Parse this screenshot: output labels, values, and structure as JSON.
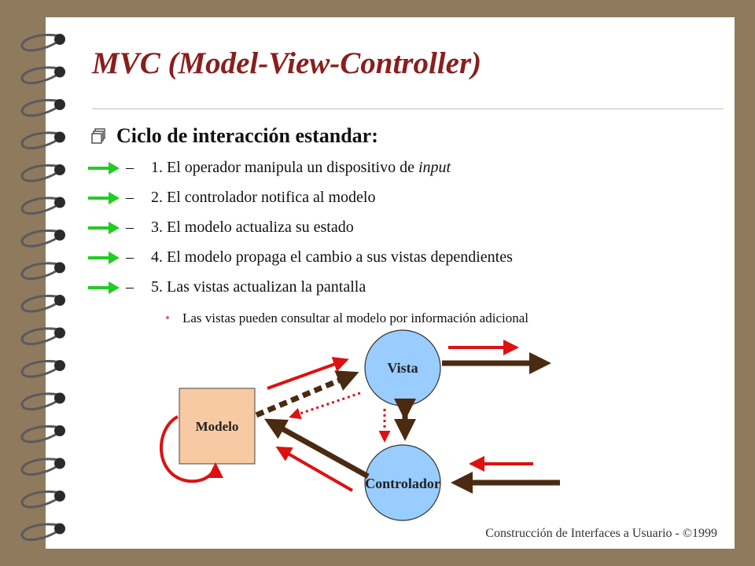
{
  "slide": {
    "title": "MVC (Model-View-Controller)",
    "heading": "Ciclo de interacción estandar:",
    "steps": [
      {
        "text": "1. El operador manipula un dispositivo de ",
        "emphasis": "input"
      },
      {
        "text": "2. El controlador notifica al modelo",
        "emphasis": ""
      },
      {
        "text": "3. El modelo actualiza su estado",
        "emphasis": ""
      },
      {
        "text": "4. El modelo propaga el cambio a sus vistas dependientes",
        "emphasis": ""
      },
      {
        "text": "5. Las vistas actualizan la pantalla",
        "emphasis": ""
      }
    ],
    "dash": "–",
    "sub_bullet": "Las vistas pueden consultar al modelo por información adicional",
    "footer": "Construcción de Interfaces a Usuario - ©1999"
  },
  "diagram": {
    "model_label": "Modelo",
    "view_label": "Vista",
    "controller_label": "Controlador"
  },
  "colors": {
    "title": "#8a1e1e",
    "background": "#8f7a5e",
    "step_arrow": "#22cc22",
    "model_box": "#f8caa3",
    "node_circle": "#99ccff",
    "thick_arrow": "#4a2a10",
    "red_arrow": "#dd1111"
  }
}
